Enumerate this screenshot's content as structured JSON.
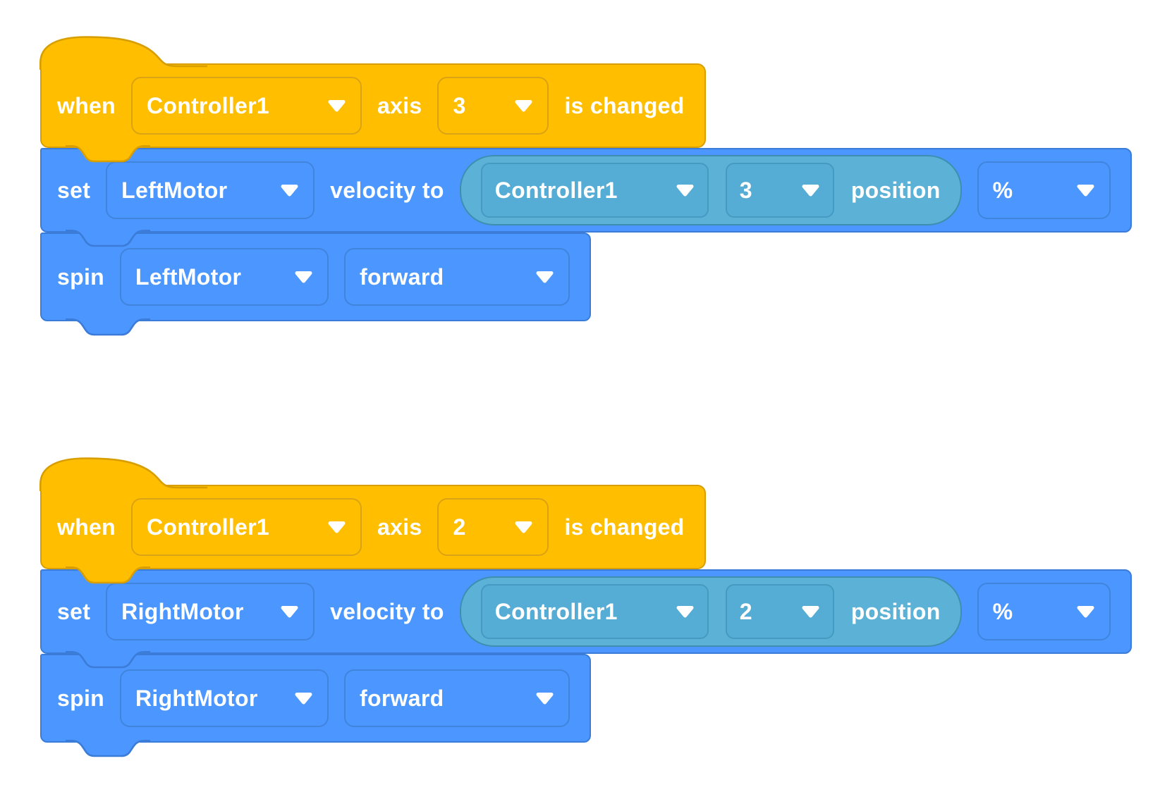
{
  "colors": {
    "event_fill": "#FFBF00",
    "event_border": "#D89E00",
    "motion_fill": "#4C97FF",
    "motion_border": "#3C7CD9",
    "reporter_fill": "#5CB1D6",
    "reporter_border": "#3E8EB0",
    "text": "#FFFFFF"
  },
  "icons": {
    "dropdown_caret": "caret-down-icon"
  },
  "stacks": [
    {
      "hat": {
        "when_label": "when",
        "controller": "Controller1",
        "axis_label": "axis",
        "axis_value": "3",
        "changed_label": "is changed"
      },
      "set": {
        "set_label": "set",
        "motor": "LeftMotor",
        "velocity_label": "velocity to",
        "reporter": {
          "controller": "Controller1",
          "axis_value": "3",
          "position_label": "position"
        },
        "unit": "%"
      },
      "spin": {
        "spin_label": "spin",
        "motor": "LeftMotor",
        "direction": "forward"
      }
    },
    {
      "hat": {
        "when_label": "when",
        "controller": "Controller1",
        "axis_label": "axis",
        "axis_value": "2",
        "changed_label": "is changed"
      },
      "set": {
        "set_label": "set",
        "motor": "RightMotor",
        "velocity_label": "velocity to",
        "reporter": {
          "controller": "Controller1",
          "axis_value": "2",
          "position_label": "position"
        },
        "unit": "%"
      },
      "spin": {
        "spin_label": "spin",
        "motor": "RightMotor",
        "direction": "forward"
      }
    }
  ]
}
